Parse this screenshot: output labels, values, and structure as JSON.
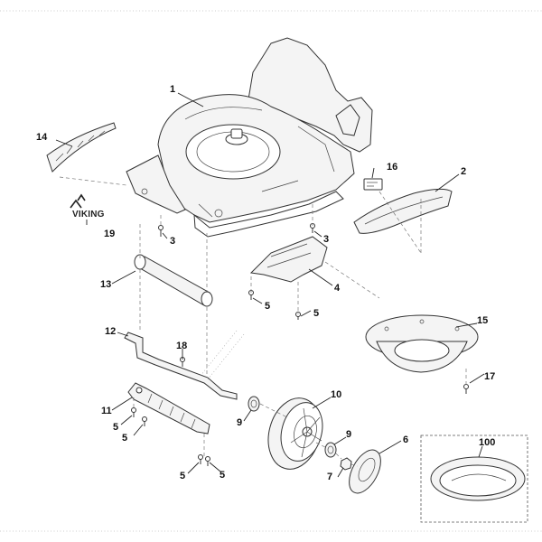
{
  "brand": {
    "logo_text": "VIKING"
  },
  "callouts": [
    {
      "id": "c1",
      "label": "1"
    },
    {
      "id": "c2",
      "label": "2"
    },
    {
      "id": "c3a",
      "label": "3"
    },
    {
      "id": "c3b",
      "label": "3"
    },
    {
      "id": "c4",
      "label": "4"
    },
    {
      "id": "c5a",
      "label": "5"
    },
    {
      "id": "c5b",
      "label": "5"
    },
    {
      "id": "c5c",
      "label": "5"
    },
    {
      "id": "c5d",
      "label": "5"
    },
    {
      "id": "c5e",
      "label": "5"
    },
    {
      "id": "c5f",
      "label": "5"
    },
    {
      "id": "c6",
      "label": "6"
    },
    {
      "id": "c7",
      "label": "7"
    },
    {
      "id": "c9a",
      "label": "9"
    },
    {
      "id": "c9b",
      "label": "9"
    },
    {
      "id": "c10",
      "label": "10"
    },
    {
      "id": "c11",
      "label": "11"
    },
    {
      "id": "c12",
      "label": "12"
    },
    {
      "id": "c13",
      "label": "13"
    },
    {
      "id": "c14",
      "label": "14"
    },
    {
      "id": "c15",
      "label": "15"
    },
    {
      "id": "c16",
      "label": "16"
    },
    {
      "id": "c17",
      "label": "17"
    },
    {
      "id": "c18",
      "label": "18"
    },
    {
      "id": "c19",
      "label": "19"
    },
    {
      "id": "c100",
      "label": "100"
    }
  ]
}
